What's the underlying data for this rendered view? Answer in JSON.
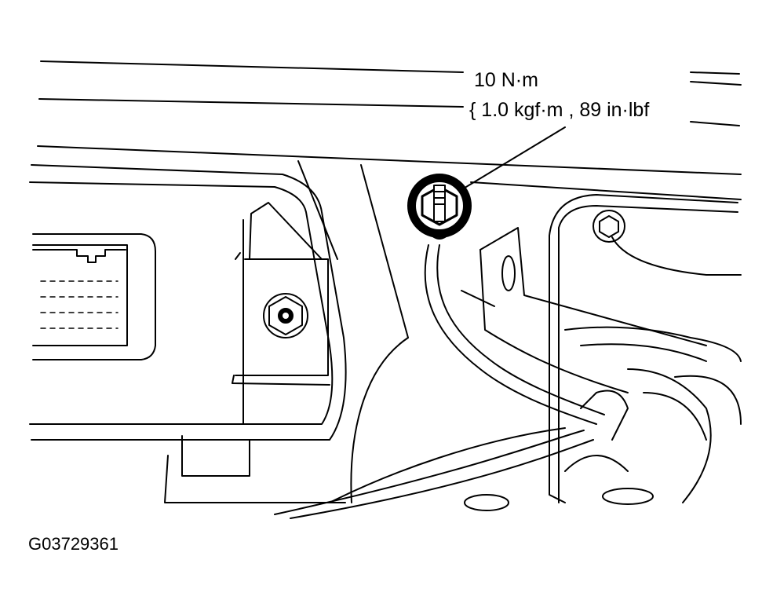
{
  "callout": {
    "torque_metric": "10 N·m",
    "torque_imperial": "{ 1.0 kgf·m , 89 in·lbf"
  },
  "figure_id": "G03729361",
  "colors": {
    "ink": "#000000",
    "paper": "#ffffff"
  }
}
